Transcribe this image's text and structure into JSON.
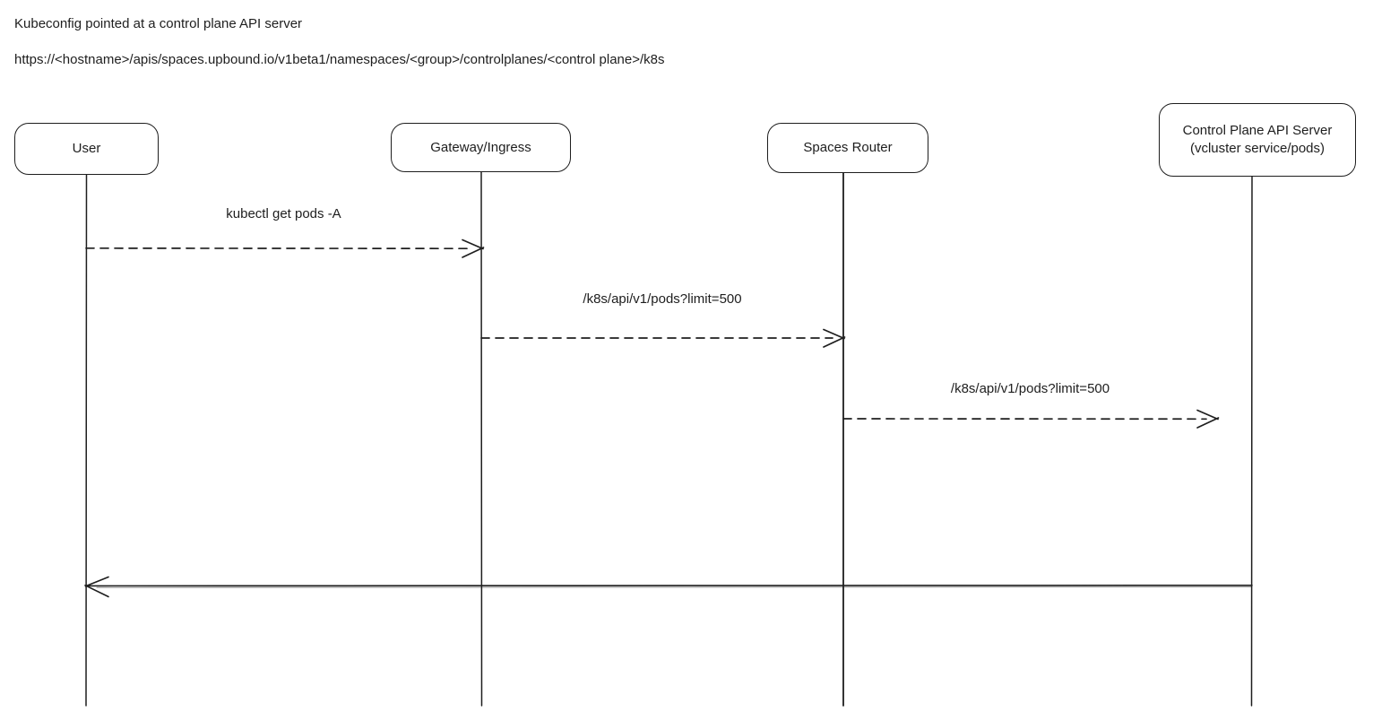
{
  "header": {
    "title": "Kubeconfig pointed at a control plane API server",
    "url": "https://<hostname>/apis/spaces.upbound.io/v1beta1/namespaces/<group>/controlplanes/<control plane>/k8s"
  },
  "diagram": {
    "type": "sequence-diagram",
    "actors": [
      {
        "id": "user",
        "label": "User"
      },
      {
        "id": "gateway",
        "label": "Gateway/Ingress"
      },
      {
        "id": "spaces-router",
        "label": "Spaces Router"
      },
      {
        "id": "control-plane",
        "label_line1": "Control Plane API Server",
        "label_line2": "(vcluster service/pods)"
      }
    ],
    "messages": [
      {
        "from": "user",
        "to": "gateway",
        "label": "kubectl get pods -A",
        "line_style": "dashed"
      },
      {
        "from": "gateway",
        "to": "spaces-router",
        "label": "/k8s/api/v1/pods?limit=500",
        "line_style": "dashed"
      },
      {
        "from": "spaces-router",
        "to": "control-plane",
        "label": "/k8s/api/v1/pods?limit=500",
        "line_style": "dashed"
      },
      {
        "from": "control-plane",
        "to": "user",
        "label": "",
        "line_style": "solid"
      }
    ],
    "colors": {
      "stroke": "#1e1e1e",
      "text": "#1e1e1e",
      "background": "#ffffff"
    }
  }
}
